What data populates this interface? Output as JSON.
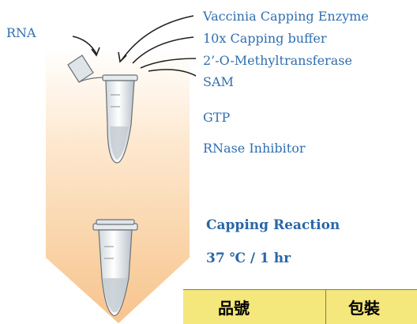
{
  "input_label": "RNA",
  "reagents": [
    "Vaccinia Capping Enzyme",
    "10x Capping buffer",
    "2’-O-Methyltransferase",
    "SAM",
    "GTP",
    "RNase Inhibitor"
  ],
  "reaction": {
    "title": "Capping Reaction",
    "condition": "37 ℃ / 1 hr"
  },
  "table_header": [
    "品號",
    "包裝"
  ],
  "colors": {
    "text": "#2f6fb0",
    "gradient_top": "#ffffff",
    "gradient_bottom": "#f7c48c",
    "table_fill": "#f4e77b"
  }
}
